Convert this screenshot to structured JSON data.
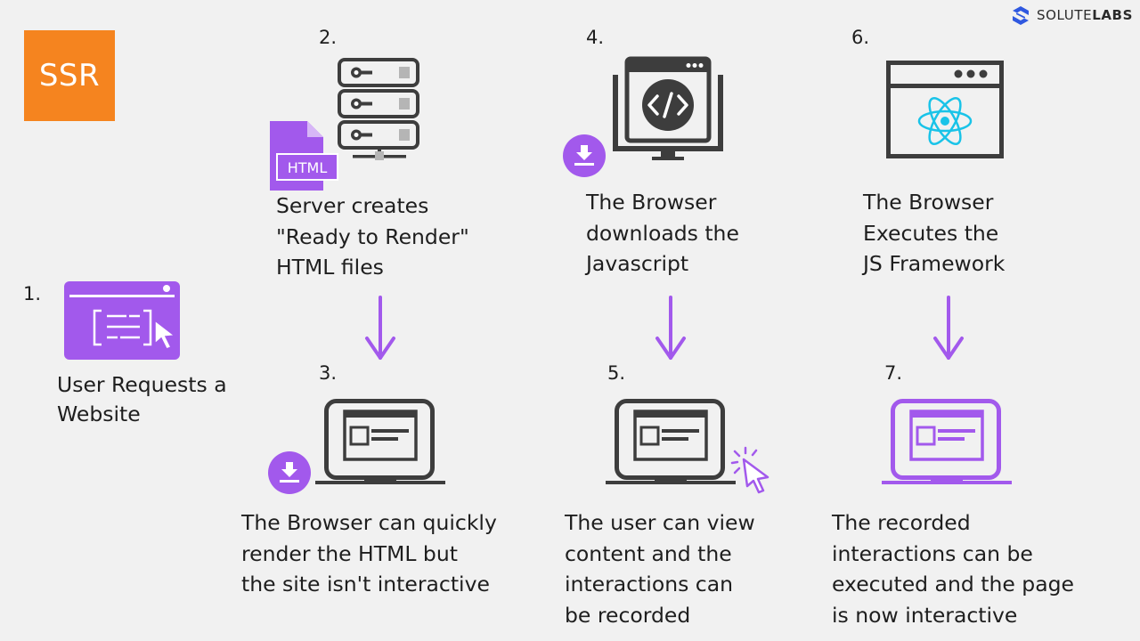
{
  "brand": {
    "name_light": "SOLUTE",
    "name_bold": "LABS"
  },
  "badge": {
    "label": "SSR"
  },
  "colors": {
    "accent": "#a259ec",
    "badge": "#f5841f",
    "ink": "#3d3d3d",
    "react": "#19c3e8"
  },
  "file_icon": {
    "label": "HTML"
  },
  "steps": [
    {
      "number": "1.",
      "caption": "User Requests a\nWebsite"
    },
    {
      "number": "2.",
      "caption": "Server creates\n\"Ready to Render\"\nHTML files"
    },
    {
      "number": "3.",
      "caption": "The Browser can quickly\nrender the HTML but\nthe site isn't interactive"
    },
    {
      "number": "4.",
      "caption": "The Browser\ndownloads the\nJavascript"
    },
    {
      "number": "5.",
      "caption": "The user can view\ncontent and the\ninteractions can\nbe recorded"
    },
    {
      "number": "6.",
      "caption": "The Browser\nExecutes the\nJS Framework"
    },
    {
      "number": "7.",
      "caption": "The recorded\ninteractions can be\nexecuted and the page\nis now interactive"
    }
  ]
}
